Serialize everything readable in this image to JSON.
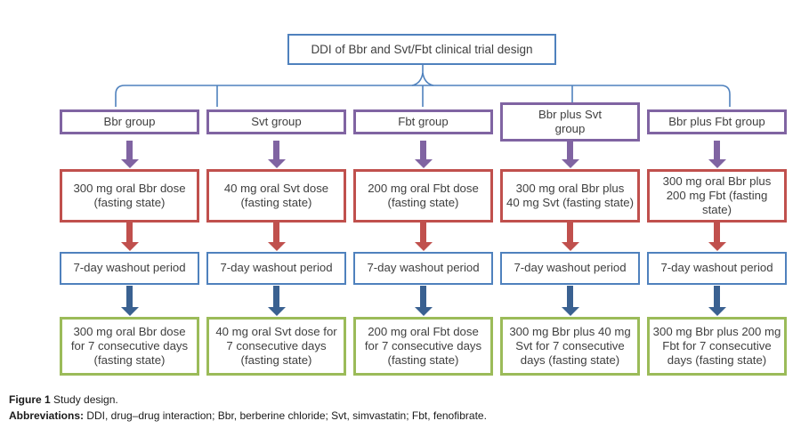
{
  "palette": {
    "blue": "#4f81bd",
    "purple": "#8064a2",
    "red": "#c0504d",
    "green": "#9bbb59",
    "arrow_blue": "#3a6191"
  },
  "title_box": {
    "label": "DDI of Bbr and Svt/Fbt clinical trial design"
  },
  "columns": [
    {
      "group": "Bbr group",
      "dose": "300 mg oral Bbr dose\n(fasting state)",
      "washout": "7-day washout period",
      "repeat_dose": "300 mg oral Bbr dose\nfor 7 consecutive days\n(fasting state)"
    },
    {
      "group": "Svt group",
      "dose": "40 mg oral Svt dose\n(fasting state)",
      "washout": "7-day washout period",
      "repeat_dose": "40 mg oral Svt dose for\n7 consecutive days\n(fasting state)"
    },
    {
      "group": "Fbt group",
      "dose": "200 mg oral Fbt dose\n(fasting state)",
      "washout": "7-day washout period",
      "repeat_dose": "200 mg oral Fbt dose\nfor 7 consecutive days\n(fasting state)"
    },
    {
      "group": "Bbr plus Svt\ngroup",
      "dose": "300 mg oral Bbr plus\n40 mg Svt (fasting state)",
      "washout": "7-day washout period",
      "repeat_dose": "300 mg Bbr plus 40 mg\nSvt for 7 consecutive\ndays (fasting state)"
    },
    {
      "group": "Bbr plus Fbt group",
      "dose": "300 mg oral Bbr plus\n200 mg Fbt (fasting state)",
      "washout": "7-day washout period",
      "repeat_dose": "300 mg Bbr plus 200 mg\nFbt for 7 consecutive\ndays (fasting state)"
    }
  ],
  "caption": {
    "figure_label": "Figure 1",
    "figure_text": " Study design.",
    "abbrev_label": "Abbreviations:",
    "abbrev_text": " DDI, drug–drug interaction; Bbr, berberine chloride; Svt, simvastatin; Fbt, fenofibrate."
  }
}
